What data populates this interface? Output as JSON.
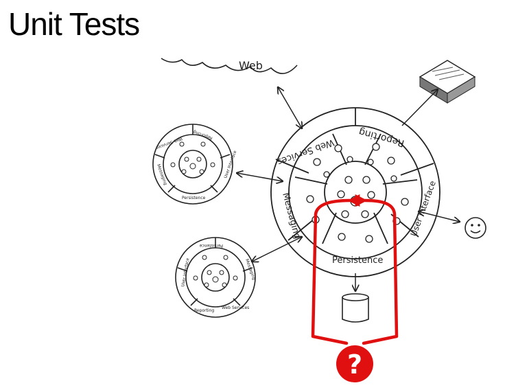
{
  "slide": {
    "title": "Unit Tests"
  },
  "labels": {
    "web": "Web",
    "web_services": "Web Services",
    "reporting": "Reporting",
    "messaging": "Messaging",
    "user_interface": "User Interface",
    "persistence": "Persistence",
    "question_mark": "?"
  },
  "small_system_labels": {
    "web_services": "Web Services",
    "reporting": "Reporting",
    "messaging": "Messaging",
    "user_interface": "User Interface",
    "persistence": "Persistence"
  },
  "colors": {
    "highlight": "#e01010",
    "ink": "#222222",
    "report_stack": "#777777"
  }
}
